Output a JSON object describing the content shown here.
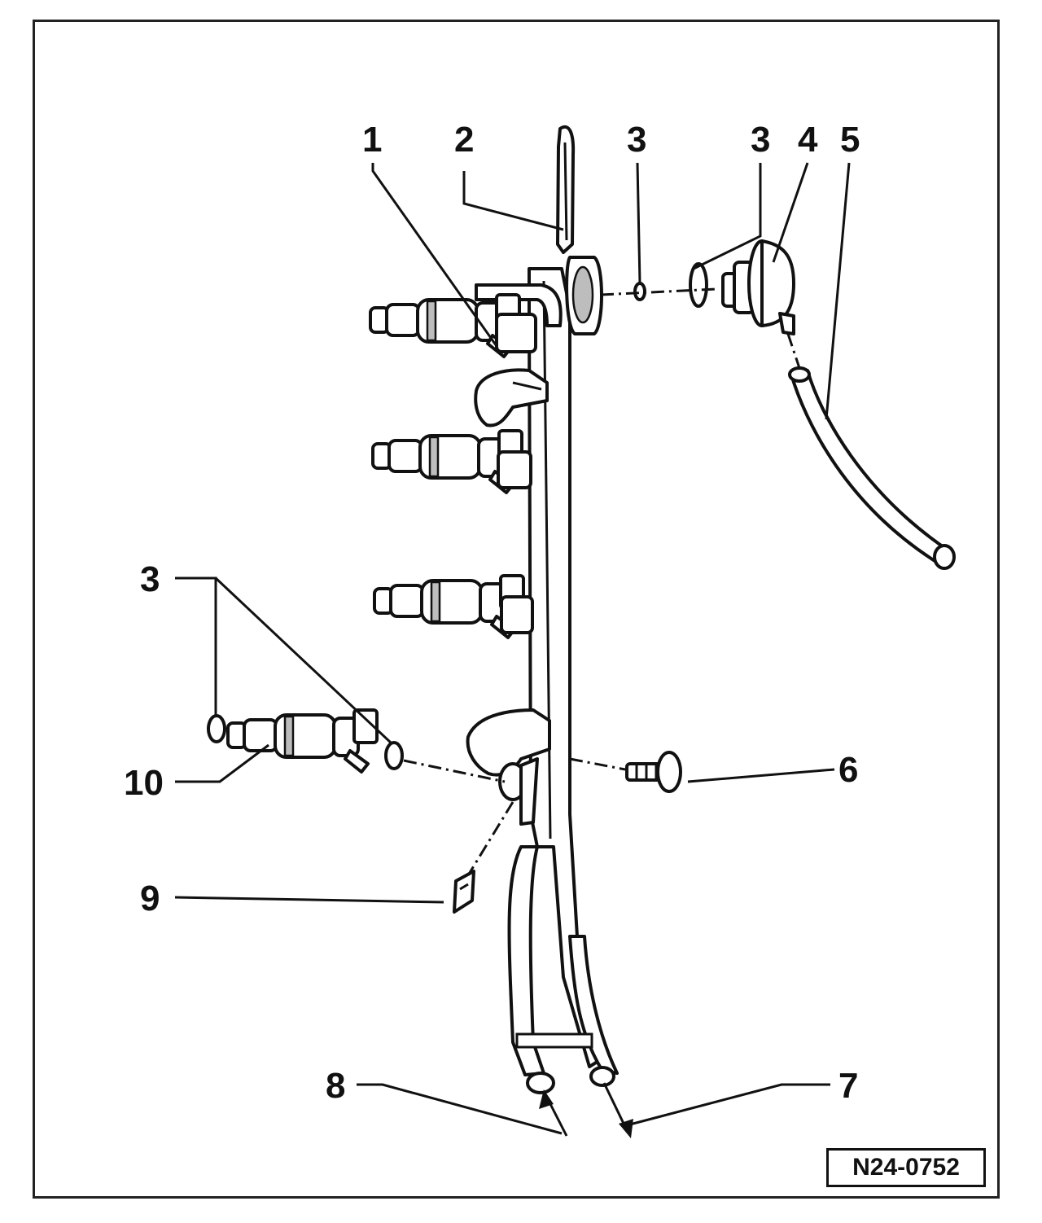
{
  "figure": {
    "reference_code": "N24-0752"
  },
  "callouts": [
    {
      "id": "c1",
      "label": "1"
    },
    {
      "id": "c2",
      "label": "2"
    },
    {
      "id": "c3a",
      "label": "3"
    },
    {
      "id": "c3b",
      "label": "3"
    },
    {
      "id": "c4",
      "label": "4"
    },
    {
      "id": "c5",
      "label": "5"
    },
    {
      "id": "c3c",
      "label": "3"
    },
    {
      "id": "c6",
      "label": "6"
    },
    {
      "id": "c10",
      "label": "10"
    },
    {
      "id": "c9",
      "label": "9"
    },
    {
      "id": "c8",
      "label": "8"
    },
    {
      "id": "c7",
      "label": "7"
    }
  ],
  "colors": {
    "line": "#111111",
    "shade": "#bdbdbd",
    "background": "#ffffff"
  }
}
